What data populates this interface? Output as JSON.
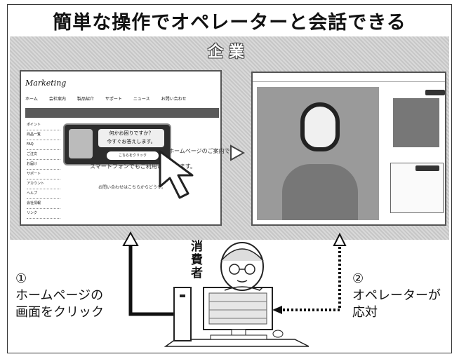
{
  "title": "簡単な操作でオペレーターと会話できる",
  "company_label": "企業",
  "website": {
    "logo": "Marketing",
    "nav": [
      "ホーム",
      "会社案内",
      "製品紹介",
      "サポート",
      "ニュース",
      "お問い合わせ"
    ],
    "sidebar_items": [
      "ポイント",
      "商品一覧",
      "FAQ",
      "ご注文",
      "お届け",
      "サポート",
      "アカウント",
      "ヘルプ",
      "会社情報",
      "リンク"
    ],
    "popup_message_line1": "何かお困りですか？",
    "popup_message_line2": "今すぐお答えします。",
    "popup_button": "こちらをクリック",
    "page_text_1": "ホームページのご案内です。",
    "page_text_2": "スマートフォンでもご利用いただけます。",
    "page_text_3": "お問い合わせはこちらからどうぞ。"
  },
  "consumer_label": "消費者",
  "step1": {
    "number": "①",
    "line1": "ホームページの",
    "line2": "画面をクリック"
  },
  "step2": {
    "number": "②",
    "line1": "オペレーターが",
    "line2": "応対"
  }
}
